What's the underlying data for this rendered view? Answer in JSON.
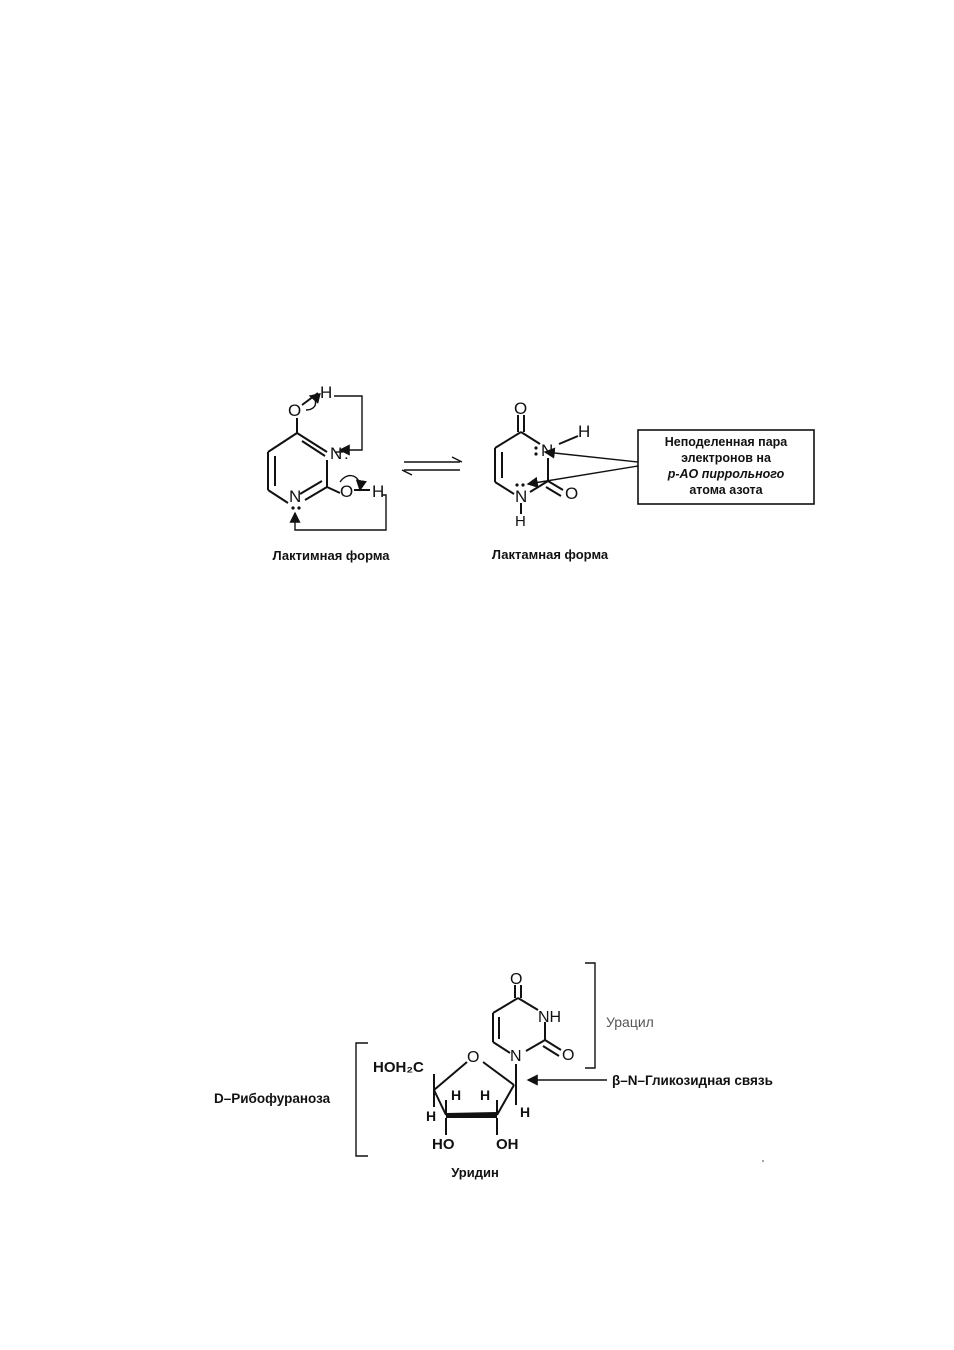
{
  "tautomerism": {
    "lactim_label": "Лактимная форма",
    "lactam_label": "Лактамная форма",
    "callout_lines": [
      "Неподеленная пара",
      "электронов  на",
      "p-AO  пиррольного",
      "атома азота"
    ],
    "atoms": {
      "O": "O",
      "N": "N",
      "H": "H"
    }
  },
  "uridine": {
    "uracil_label": "Урацил",
    "ribose_label": "D–Рибофураноза",
    "bond_label": "β–N–Гликозидная связь",
    "name_label": "Уридин",
    "atoms": {
      "O": "O",
      "NH": "NH",
      "N": "N",
      "CH2": "HOH₂C",
      "H": "H",
      "OH": "OH",
      "HO": "HO"
    }
  }
}
